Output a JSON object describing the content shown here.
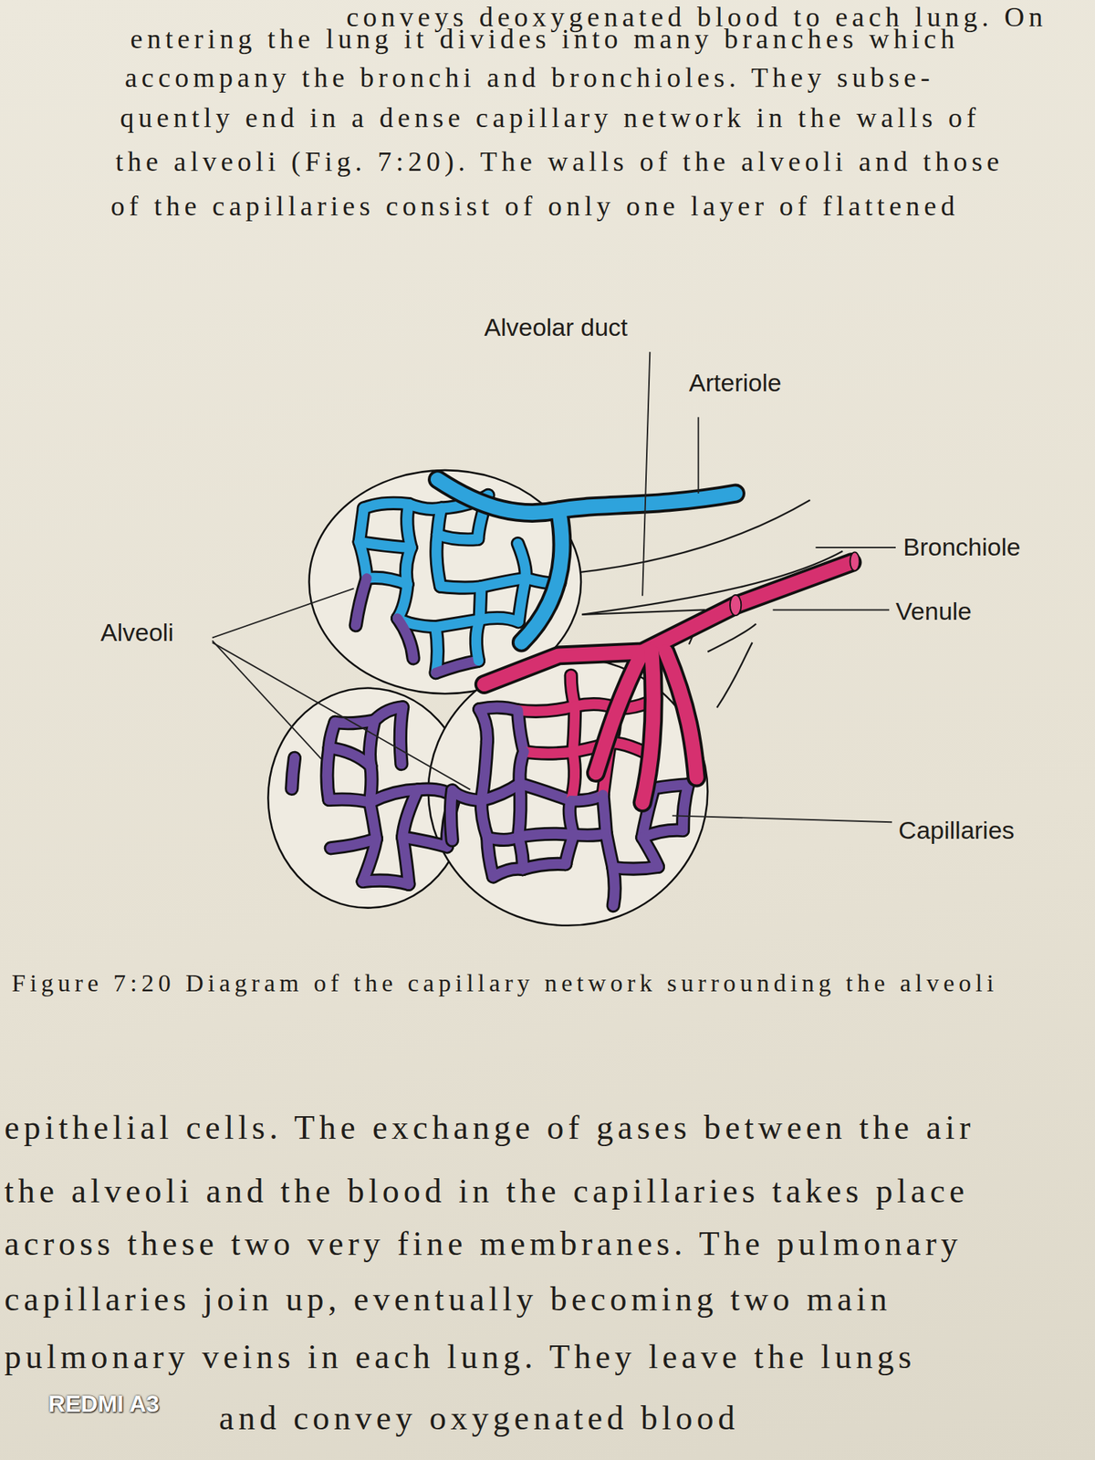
{
  "diagram": {
    "caption": "Figure 7:20 Diagram of the capillary network surrounding the alveoli",
    "labels": [
      "conveys deoxygenated blood to each lung. On",
      "entering the lung it divides into many branches which",
      "accompany the bronchi and bronchioles. They subse-",
      "quently end in a dense capillary network in the walls of",
      "the alveoli (Fig. 7:20). The walls of the alveoli and those",
      "of the capillaries consist of only one layer of flattened",
      "Alveolar duct",
      "Arteriole",
      "Bronchiole",
      "Venule",
      "Alveoli",
      "Capillaries",
      "epithelial cells. The exchange of gases between the air",
      "the alveoli and the blood in the capillaries takes place",
      "across these two very fine membranes. The pulmonary",
      "capillaries join up, eventually becoming two main",
      "pulmonary veins in each lung. They leave the lungs",
      "and convey oxygenated blood",
      "REDMI A3"
    ]
  }
}
